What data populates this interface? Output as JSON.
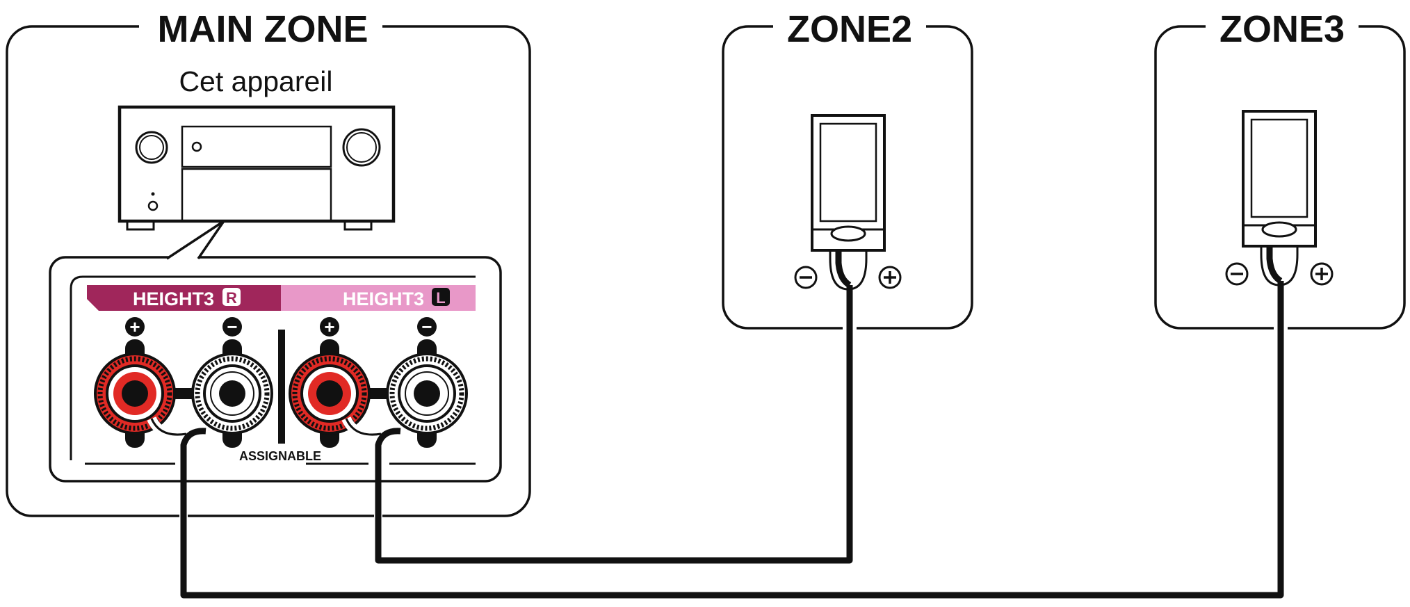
{
  "zones": {
    "main": {
      "title": "MAIN ZONE",
      "device_label": "Cet appareil"
    },
    "zone2": {
      "title": "ZONE2"
    },
    "zone3": {
      "title": "ZONE3"
    }
  },
  "terminals": {
    "right": {
      "label": "HEIGHT3",
      "channel": "R",
      "color": "#a0265b"
    },
    "left": {
      "label": "HEIGHT3",
      "channel": "L",
      "color": "#e898c8"
    },
    "assignable": "ASSIGNABLE",
    "plus": "+",
    "minus": "−"
  },
  "colors": {
    "terminal_red": "#e12a25",
    "line": "#111111"
  }
}
